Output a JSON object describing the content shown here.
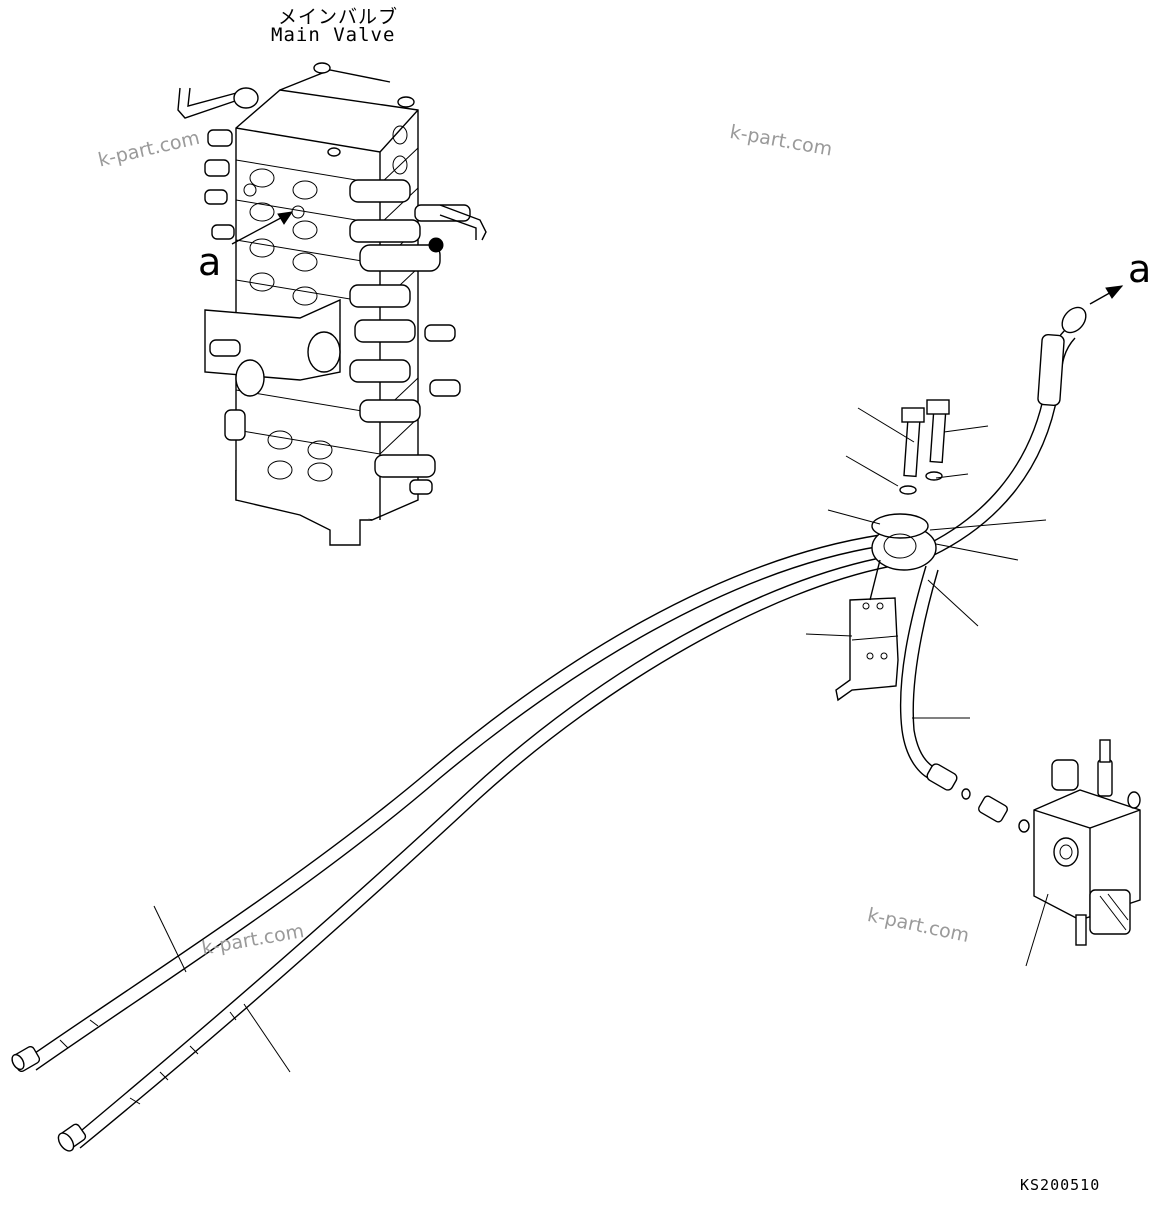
{
  "header": {
    "title_jp": "メインバルブ",
    "title_en": "Main Valve"
  },
  "callouts": {
    "left": "a",
    "right": "a"
  },
  "watermarks": [
    "k-part.com",
    "k-part.com",
    "k-part.com",
    "k-part.com"
  ],
  "drawing_code": "KS200510"
}
